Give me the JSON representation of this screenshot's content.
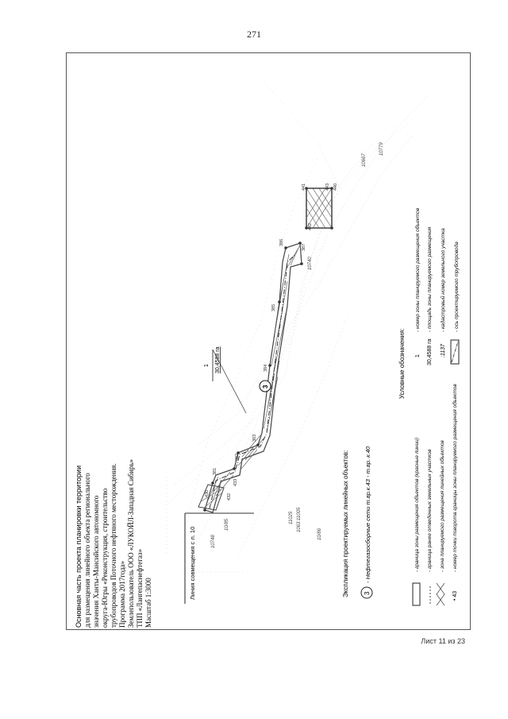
{
  "page_number": "271",
  "sheet_label": "Лист 11 из 23",
  "title_block": {
    "lines": [
      "Основная часть проекта планировки территории",
      "для размещения линейного объекта регионального",
      "значения Ханты-Мансийского автономного",
      "округа-Югры «Реконструкция, строительство",
      "трубопроводов Поточного нефтяного месторождения.",
      "Программа 2017года»",
      "Землепользователь ООО «ЛУКОЙЛ-Западная Сибирь»",
      "ТПП «Лангепаснефтегаз»",
      "Масштаб 1:3000"
    ]
  },
  "map": {
    "match_line_label": "Линия совмещения с л. 10",
    "zone_number": "1",
    "zone_area": "30,4588 га",
    "object_number": "3",
    "points": [
      "430",
      "381",
      "382",
      "383",
      "384",
      "385",
      "386",
      "387",
      "432",
      "433",
      "441",
      "442",
      "443",
      "440"
    ],
    "cadastral_labels": [
      "10/85",
      "10748",
      "1063:11005",
      "11025",
      "10/86",
      "10740",
      "10667",
      "10779"
    ]
  },
  "explication": {
    "title": "Экспликация проектируемых линейных объектов:",
    "items": [
      {
        "number": "3",
        "text": "- Нефтегазосборные сети т.вр.к.43 - т.вр. к.40"
      }
    ]
  },
  "legend": {
    "title": "Условные обозначения:",
    "left": [
      {
        "symbol": "rect",
        "text": "- граница зоны размещения объектов (красные линии)"
      },
      {
        "symbol": "dash",
        "text": "- граница ранее отведенных земельных участков"
      },
      {
        "symbol": "hatch",
        "text": "- зона планируемого размещения линейных объектов"
      },
      {
        "symbol": "point",
        "symbol_text": "• 43",
        "text": "- номер точки поворота границы зоны планируемого размещения объектов"
      }
    ],
    "right": [
      {
        "symbol_text": "1",
        "text": "- номер зоны планируемого размещения объектов"
      },
      {
        "symbol_text": "30,4588 га",
        "text": "- площадь зоны планируемого размещения"
      },
      {
        "symbol_text": ":1137",
        "text": "- кадастровый номер земельного участка"
      },
      {
        "symbol": "axis",
        "text": "- ось проектируемого трубопровода"
      }
    ]
  }
}
